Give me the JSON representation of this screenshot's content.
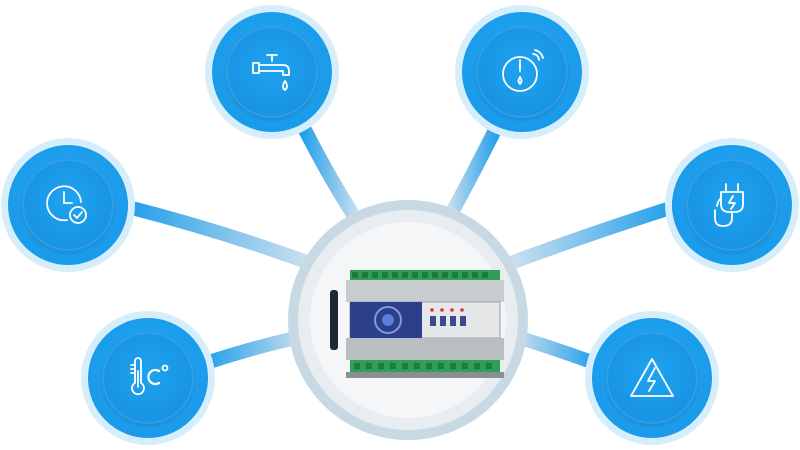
{
  "hub": {
    "icon": "controller-device"
  },
  "features": [
    {
      "id": "water-tap",
      "icon": "water-tap-icon"
    },
    {
      "id": "pressure-gauge",
      "icon": "pressure-gauge-icon"
    },
    {
      "id": "schedule-clock",
      "icon": "clock-check-icon"
    },
    {
      "id": "power-plug",
      "icon": "power-plug-icon"
    },
    {
      "id": "temperature",
      "icon": "thermometer-celsius-icon"
    },
    {
      "id": "high-voltage",
      "icon": "high-voltage-warning-icon"
    }
  ],
  "colors": {
    "node": "#1a9bea",
    "halo": "#d6eefc",
    "connector": "#bcd9ec",
    "hub": "#e8edf1"
  }
}
